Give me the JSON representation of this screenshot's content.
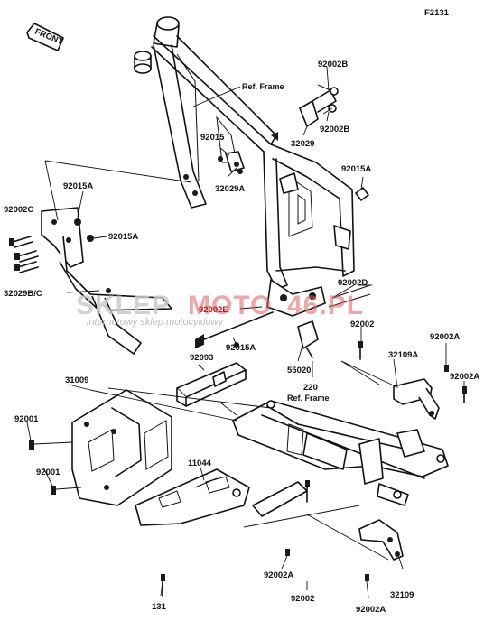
{
  "figure_code": "F2131",
  "front_arrow_label": "FRONT",
  "watermark": {
    "brand_left": "SKLEP",
    "brand_mid": "MOTO",
    "brand_right": "46.PL",
    "tagline": "internetowy sklep motocyklowy"
  },
  "labels": {
    "ref_frame_top": "Ref. Frame",
    "p92002B_a": "92002B",
    "p92002B_b": "92002B",
    "p32029": "32029",
    "p92015": "92015",
    "p32029A": "32029A",
    "p92015A_right": "92015A",
    "p92015A_left": "92015A",
    "p92002C": "92002C",
    "p92015A_mid": "92015A",
    "p32029BC": "32029B/C",
    "p92002D": "92002D",
    "p92002E": "92002E",
    "p92002_r": "92002",
    "p92002A_r": "92002A",
    "p92015A_low": "92015A",
    "p32109A": "32109A",
    "p92093": "92093",
    "p55020": "55020",
    "p220": "220",
    "p92002A_r2": "92002A",
    "p31009": "31009",
    "ref_frame_low": "Ref. Frame",
    "p92001_a": "92001",
    "p92001_b": "92001",
    "p11044": "11044",
    "p131": "131",
    "p92002A_b1": "92002A",
    "p92002_b": "92002",
    "p32109": "32109",
    "p92002A_b2": "92002A"
  }
}
